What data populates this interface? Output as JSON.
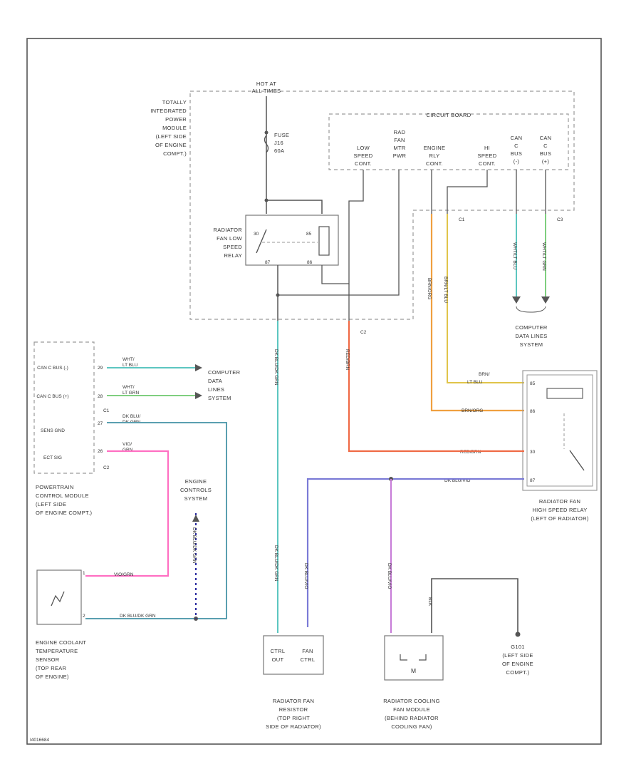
{
  "diagram": {
    "colors": {
      "frame": "#555555",
      "dark_wire": "#555555",
      "lt_blu": "#5cc6c0",
      "lt_grn": "#7fcf7f",
      "dk_blu_grn": "#5a9fb0",
      "pnk": "#ff6fc2",
      "dk_blu": "#7a7ad6",
      "orange": "#f0a040",
      "red_orange": "#ef6a45",
      "yellow": "#e0c44a",
      "violet": "#c87ed8"
    },
    "power_source": [
      "HOT AT",
      "ALL TIMES"
    ],
    "tipm": [
      "TOTALLY",
      "INTEGRATED",
      "POWER",
      "MODULE",
      "(LEFT SIDE",
      "OF ENGINE",
      "COMPT.)"
    ],
    "fuse": [
      "FUSE",
      "J16",
      "60A"
    ],
    "circuit_board": "CIRCUIT BOARD",
    "board_signals": [
      [
        "LOW",
        "SPEED",
        "CONT."
      ],
      [
        "RAD",
        "FAN",
        "MTR",
        "PWR"
      ],
      [
        "ENGINE",
        "RLY",
        "CONT."
      ],
      [
        "HI",
        "SPEED",
        "CONT."
      ],
      [
        "CAN",
        "C",
        "BUS",
        "(-)"
      ],
      [
        "CAN",
        "C",
        "BUS",
        "(+)"
      ]
    ],
    "low_relay": [
      "RADIATOR",
      "FAN LOW",
      "SPEED",
      "RELAY"
    ],
    "relay_pins": {
      "p30": "30",
      "p85": "85",
      "p87": "87",
      "p86": "86"
    },
    "connector_c1": "C1",
    "connector_c2": "C2",
    "connector_c3": "C3",
    "computer_data_lines": [
      "COMPUTER",
      "DATA",
      "LINES",
      "SYSTEM"
    ],
    "computer_data_lines_right": [
      "COMPUTER",
      "DATA LINES",
      "SYSTEM"
    ],
    "pcm_pins": [
      "CAN C BUS (-)",
      "CAN C BUS (+)",
      "SENS GND",
      "ECT SIG"
    ],
    "pcm_pin_nums": [
      "29",
      "28",
      "27",
      "26"
    ],
    "pcm": [
      "POWERTRAIN",
      "CONTROL MODULE",
      "(LEFT SIDE",
      "OF ENGINE COMPT.)"
    ],
    "pcm_wires": [
      [
        "WHT/",
        "LT BLU"
      ],
      [
        "WHT/",
        "LT GRN"
      ],
      [
        "DK BLU/",
        "DK GRN"
      ],
      [
        "VIO/",
        "GRN"
      ]
    ],
    "engine_controls": [
      "ENGINE",
      "CONTROLS",
      "SYSTEM"
    ],
    "ect": [
      "ENGINE COOLANT",
      "TEMPERATURE",
      "SENSOR",
      "(TOP REAR",
      "OF ENGINE)"
    ],
    "ect_pins": [
      "1",
      "2"
    ],
    "hi_relay": [
      "RADIATOR FAN",
      "HIGH SPEED RELAY",
      "(LEFT OF RADIATOR)"
    ],
    "hi_relay_pins": [
      "85",
      "86",
      "30",
      "87"
    ],
    "hi_relay_wires": [
      "BRN/",
      "LT BLU",
      "BRN/ORG",
      "RED/BRN",
      "DK BLU/VIO"
    ],
    "resistor_labels": [
      "CTRL",
      "OUT",
      "FAN",
      "CTRL"
    ],
    "resistor": [
      "RADIATOR FAN",
      "RESISTOR",
      "(TOP RIGHT",
      "SIDE OF RADIATOR)"
    ],
    "fan_module": [
      "RADIATOR COOLING",
      "FAN MODULE",
      "(BEHIND RADIATOR",
      "COOLING FAN)"
    ],
    "fan_motor": "M",
    "ground": [
      "G101",
      "(LEFT SIDE",
      "OF ENGINE",
      "COMPT.)"
    ],
    "vertical_wires": {
      "dk_blu_grn": "DK BLU/DK GRN",
      "red_brn": "RED/BRN",
      "brn_org": "BRN/ORG",
      "brn_lt_blu": "BRN/LT BLU",
      "wht_lt_blu": "WHT/LT BLU",
      "wht_lt_grn": "WHT/LT GRN",
      "sens_gnd": "DK BLU/DK GRN",
      "dk_blu_vio": "DK BLU/VIO",
      "blk": "BLK",
      "vio_grn": "VIO/GRN",
      "ect_ret": "DK BLU/DK GRN"
    },
    "figure_id": "I4016684"
  }
}
